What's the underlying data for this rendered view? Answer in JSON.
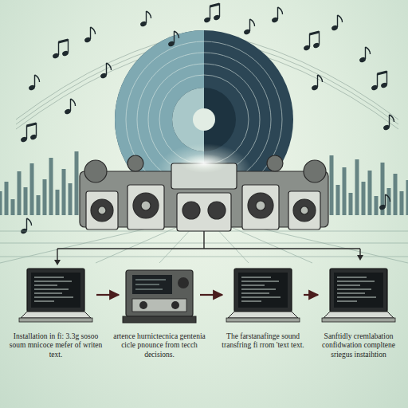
{
  "diagram": {
    "nodes": [
      {
        "text": [
          "Installation in fi: 3.3g sosoo soum mnicoce mefer of writen text."
        ]
      },
      {
        "text": [
          "artence hurnictecnica gentenia cicle pnounce from tecch decisions."
        ]
      },
      {
        "text": [
          "The farstanafinge sound transfring fi rrom 'text text."
        ]
      },
      {
        "text": [
          "Sanftidly cremlabation confidwation compltene sriegus instaihtion"
        ]
      }
    ],
    "edges": [
      {
        "from": 0,
        "to": 1,
        "arrow": "to"
      },
      {
        "from": 1,
        "to": 2,
        "arrow": "to"
      },
      {
        "from": 2,
        "to": 3,
        "arrow": "to"
      }
    ]
  }
}
